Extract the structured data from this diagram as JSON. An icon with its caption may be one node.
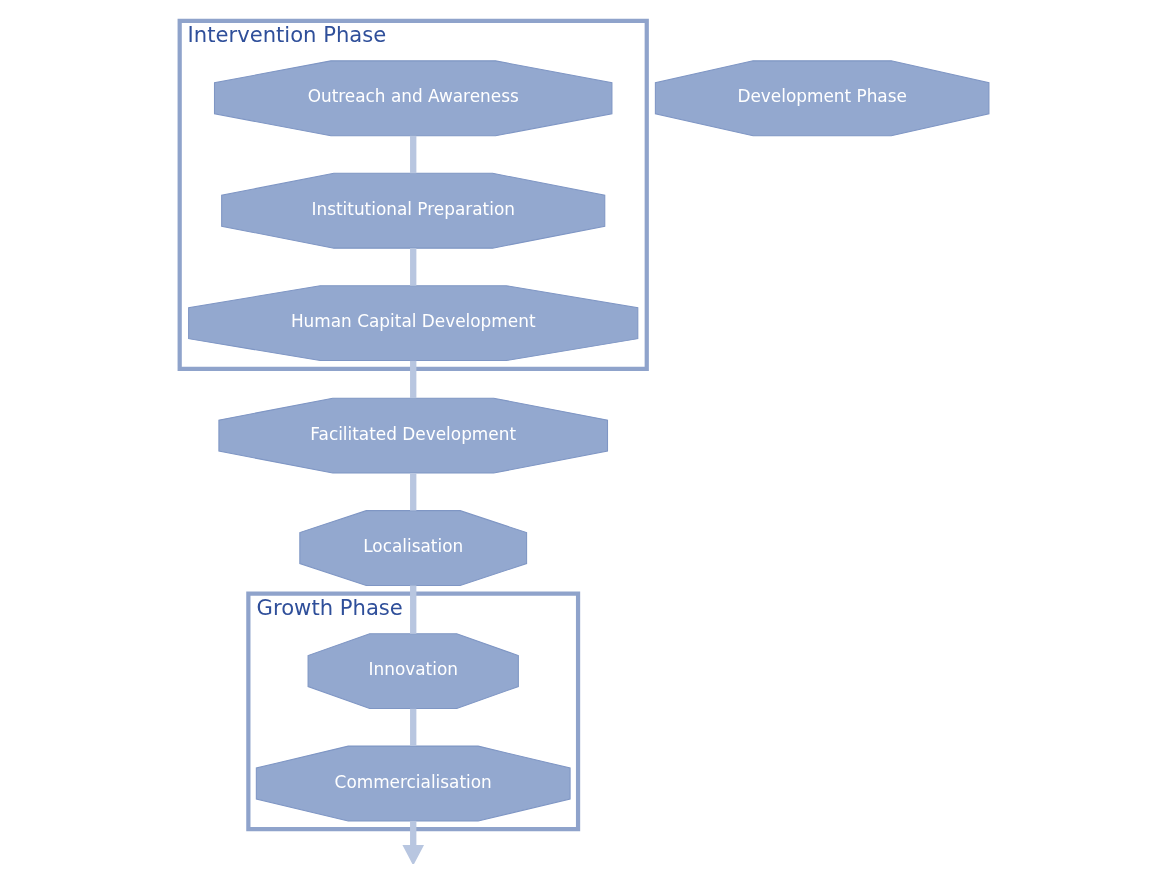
{
  "diagram": {
    "nodes": [
      {
        "text": [
          "Growth Phase"
        ]
      },
      {
        "text": [
          "Commercialisation"
        ],
        "in": 0
      },
      {
        "text": [
          "Innovation"
        ],
        "in": 0
      },
      {
        "text": [
          "Intervention Phase"
        ]
      },
      {
        "text": [
          "Outreach and Awareness"
        ],
        "in": 3
      },
      {
        "text": [
          "Institutional Preparation"
        ],
        "in": 3
      },
      {
        "text": [
          "Human Capital Development"
        ],
        "in": 3
      },
      {
        "text": [
          "Development Phase"
        ]
      },
      {
        "text": [
          "Localisation"
        ]
      },
      {
        "text": [
          "Facilitated Development"
        ]
      }
    ],
    "edges": [
      {
        "from": 4,
        "to": 5,
        "arrow": "none"
      },
      {
        "from": 5,
        "to": 6,
        "arrow": "none"
      },
      {
        "from": 6,
        "to": 9,
        "arrow": "none"
      },
      {
        "from": 9,
        "to": 8,
        "arrow": "none"
      },
      {
        "from": 8,
        "to": 2,
        "arrow": "none"
      },
      {
        "from": 2,
        "to": 1,
        "arrow": "none"
      },
      {
        "from": 1,
        "to": null,
        "arrow": "to"
      }
    ]
  }
}
